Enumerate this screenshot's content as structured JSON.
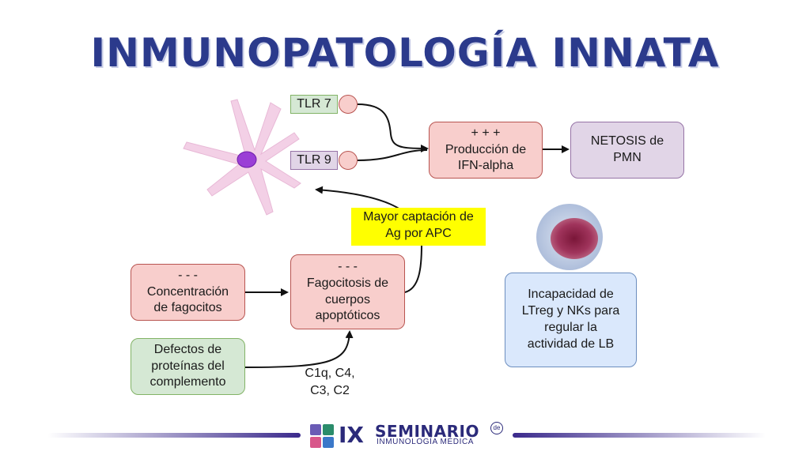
{
  "title": "INMUNOPATOLOGÍA INNATA",
  "diagram": {
    "tlr7": "TLR 7",
    "tlr9": "TLR 9",
    "ifn_line1": "+ + +",
    "ifn_line2": "Producción de",
    "ifn_line3": "IFN-alpha",
    "netosis_line1": "NETOSIS de",
    "netosis_line2": "PMN",
    "apc_line1": "Mayor captación de",
    "apc_line2": "Ag por APC",
    "conc_line1": "- - -",
    "conc_line2": "Concentración",
    "conc_line3": "de fagocitos",
    "fago_line1": "- - -",
    "fago_line2": "Fagocitosis de",
    "fago_line3": "cuerpos",
    "fago_line4": "apoptóticos",
    "def_line1": "Defectos de",
    "def_line2": "proteínas del",
    "def_line3": "complemento",
    "comp_line1": "C1q, C4,",
    "comp_line2": "C3, C2",
    "inca_line1": "Incapacidad de",
    "inca_line2": "LTreg y NKs para",
    "inca_line3": "regular la",
    "inca_line4": "actividad de LB"
  },
  "footer": {
    "roman": "IX",
    "brand": "SEMINARIO",
    "de": "de",
    "subtitle": "INMUNOLOGÍA MÉDICA"
  },
  "colors": {
    "title": "#2b3a8c",
    "pink_box": "#f8cecc",
    "purple_box": "#e1d5e7",
    "green_box": "#d5e8d4",
    "blue_box": "#dae8fc",
    "highlight": "#ffff00",
    "dendritic_cell": "#f3d0e6",
    "nucleus": "#9b3fd6"
  },
  "icons": [
    "dendritic-cell-illustration",
    "lymphocyte-cell-image",
    "seminar-logo-icons"
  ]
}
